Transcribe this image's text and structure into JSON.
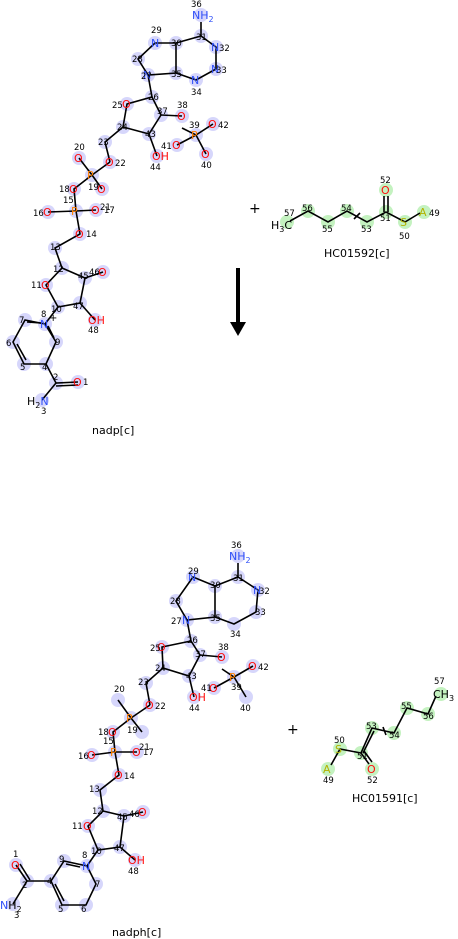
{
  "reactants": {
    "compound1": {
      "label": "nadp[c]",
      "atoms": {
        "n29": "N",
        "i29": "29",
        "n32": "N",
        "i32": "32",
        "n33": "N",
        "i33": "33",
        "n34": "N",
        "i34": "34",
        "i35": "35",
        "n27": "N",
        "i27": "27",
        "i28": "28",
        "i30": "30",
        "i31": "31",
        "nh2": "NH",
        "nh2sub": "2",
        "i36": "36",
        "o25": "O",
        "i25": "25",
        "i26": "26",
        "i37": "37",
        "o38": "O",
        "i38": "38",
        "p39": "P",
        "i39": "39",
        "o42": "O",
        "i42": "42",
        "o40": "O",
        "i40": "40",
        "o41": "O",
        "i41": "41",
        "i43": "43",
        "oh44": "OH",
        "i44": "44",
        "i24": "24",
        "i23": "23",
        "o22": "O",
        "i22": "22",
        "p19": "P",
        "i19": "19",
        "o20": "O",
        "i20": "20",
        "o18": "O",
        "i18": "18",
        "o21": "O",
        "i21": "21",
        "p15": "P",
        "i15": "15",
        "o16": "O",
        "i16": "16",
        "o17": "O",
        "i17": "17",
        "o14": "O",
        "i14": "14",
        "i13": "13",
        "i12": "12",
        "o11": "O",
        "i11": "11",
        "i10": "10",
        "o46": "O",
        "i46": "46",
        "i45": "45",
        "oh48": "OH",
        "i48": "48",
        "i47": "47",
        "n8": "N",
        "i8": "8",
        "plus8": "+",
        "i7": "7",
        "i6": "6",
        "i5": "5",
        "i9": "9",
        "i4": "4",
        "i2": "2",
        "o1": "O",
        "i1": "1",
        "nh3": "H",
        "nh3n": "N",
        "nh3sub": "2",
        "i3": "3"
      }
    },
    "compound2": {
      "label": "HC01592[c]",
      "atoms": {
        "ch3": "H",
        "ch3sub": "3",
        "ch3c": "C",
        "i57": "57",
        "i56": "56",
        "i55": "55",
        "i54": "54",
        "i53": "53",
        "i51": "51",
        "o52": "O",
        "i52": "52",
        "s50": "S",
        "i50": "50",
        "a49": "A",
        "i49": "49"
      }
    }
  },
  "plus_sign": "+",
  "arrow": "reaction-arrow",
  "products": {
    "compound1": {
      "label": "nadph[c]",
      "atoms": {
        "n29": "N",
        "i29": "29",
        "n32": "N",
        "i32": "32",
        "i33": "33",
        "i34": "34",
        "i35": "35",
        "n27": "N",
        "i27": "27",
        "i28": "28",
        "i30": "30",
        "i31": "31",
        "nh2": "NH",
        "nh2sub": "2",
        "i36": "36",
        "o25": "O",
        "i25": "25",
        "i26": "26",
        "i37": "37",
        "o38": "O",
        "i38": "38",
        "p39": "P",
        "i39": "39",
        "o42": "O",
        "i42": "42",
        "i40": "40",
        "o41": "O",
        "i41": "41",
        "i43": "43",
        "oh44": "OH",
        "i44": "44",
        "i24": "24",
        "i23": "23",
        "o22": "O",
        "i22": "22",
        "p19": "P",
        "i19": "19",
        "i20": "20",
        "o18": "O",
        "i18": "18",
        "i21": "21",
        "p15": "P",
        "i15": "15",
        "o16": "O",
        "i16": "16",
        "o17": "O",
        "i17": "17",
        "o14": "O",
        "i14": "14",
        "i13": "13",
        "i12": "12",
        "o11": "O",
        "i11": "11",
        "i10": "10",
        "o46": "O",
        "i46": "46",
        "i45": "45",
        "oh48": "OH",
        "i48": "48",
        "i47": "47",
        "n8": "N",
        "i8": "8",
        "i9": "9",
        "i7": "7",
        "i6": "6",
        "i5": "5",
        "i4": "4",
        "i2": "2",
        "o1": "O",
        "i1": "1",
        "nh3": "H",
        "nh3n": "N",
        "nh3sub": "2",
        "i3": "3"
      }
    },
    "compound2": {
      "label": "HC01591[c]",
      "atoms": {
        "ch3": "CH",
        "ch3sub": "3",
        "i57": "57",
        "i56": "56",
        "i55": "55",
        "i54": "54",
        "i53": "53",
        "i51": "51",
        "o52": "O",
        "i52": "52",
        "s50": "S",
        "i50": "50",
        "a49": "A",
        "i49": "49"
      }
    }
  }
}
